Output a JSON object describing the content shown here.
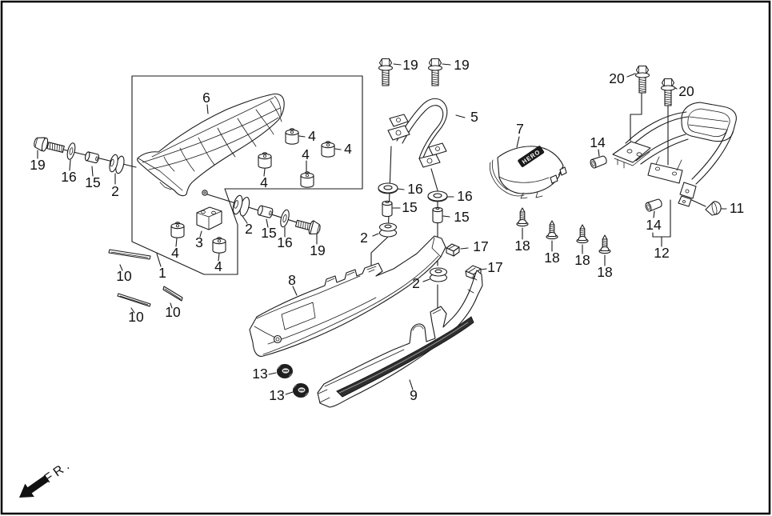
{
  "figure": {
    "fr_label": "FR.",
    "brand_logo": "HERO"
  },
  "part_labels": {
    "n1": "1",
    "n2": "2",
    "n3": "3",
    "n4": "4",
    "n5": "5",
    "n6": "6",
    "n7": "7",
    "n8": "8",
    "n9": "9",
    "n10": "10",
    "n11": "11",
    "n12": "12",
    "n13": "13",
    "n14": "14",
    "n15": "15",
    "n16": "16",
    "n17": "17",
    "n18": "18",
    "n19": "19",
    "n20": "20"
  },
  "colors": {
    "line": "#1a1a1a",
    "background": "#ffffff",
    "stripe": "#2f2f2f"
  }
}
